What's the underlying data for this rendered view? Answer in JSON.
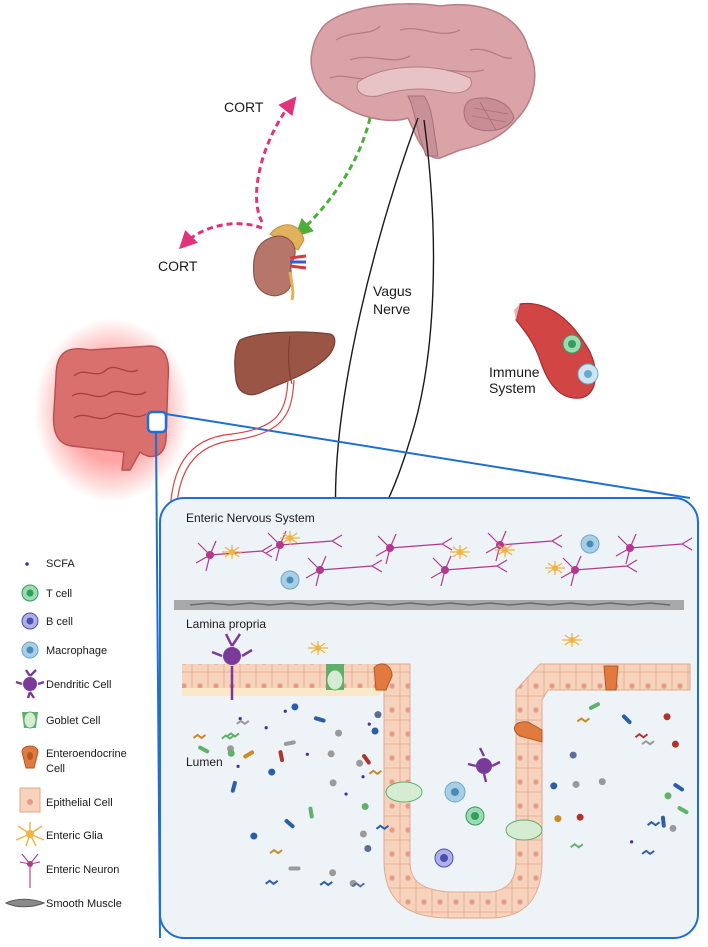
{
  "labels": {
    "cort_top": "CORT",
    "cort_left": "CORT",
    "vagus_line1": "Vagus",
    "vagus_line2": "Nerve",
    "immune_line1": "Immune",
    "immune_line2": "System",
    "enteric_nervous_system": "Enteric Nervous System",
    "lamina_propria": "Lamina propria",
    "lumen": "Lumen"
  },
  "legend": [
    {
      "icon": "scfa-dot-icon",
      "label": "SCFA"
    },
    {
      "icon": "t-cell-icon",
      "label": "T cell"
    },
    {
      "icon": "b-cell-icon",
      "label": "B cell"
    },
    {
      "icon": "macrophage-icon",
      "label": "Macrophage"
    },
    {
      "icon": "dendritic-cell-icon",
      "label": "Dendritic Cell"
    },
    {
      "icon": "goblet-cell-icon",
      "label": "Goblet Cell"
    },
    {
      "icon": "enteroendocrine-cell-icon",
      "label_line1": "Enteroendocrine",
      "label_line2": "Cell"
    },
    {
      "icon": "epithelial-cell-icon",
      "label": "Epithelial Cell"
    },
    {
      "icon": "enteric-glia-icon",
      "label": "Enteric Glia"
    },
    {
      "icon": "enteric-neuron-icon",
      "label": "Enteric Neuron"
    },
    {
      "icon": "smooth-muscle-icon",
      "label": "Smooth Muscle"
    }
  ],
  "colors": {
    "cort_arrow": "#e0337a",
    "brain_to_adrenal_arrow": "#4caf3a",
    "brain": "#d9a3a8",
    "liver": "#9b5545",
    "gut": "#d9706e",
    "gut_glow": "#ff4a4a",
    "panel_border": "#1e6fd0",
    "panel_fill": "#eef3f8",
    "epithelium": "#f7d3bd",
    "neuron": "#b03a8e",
    "glia": "#f0b440",
    "t_cell": "#2e9e5e",
    "b_cell": "#4c4fb0",
    "macrophage": "#a8cfe6",
    "dendritic": "#7a3a9a",
    "goblet": "#5fae6a",
    "enteroendocrine": "#e07a3e",
    "scfa": "#4a2aa0"
  }
}
